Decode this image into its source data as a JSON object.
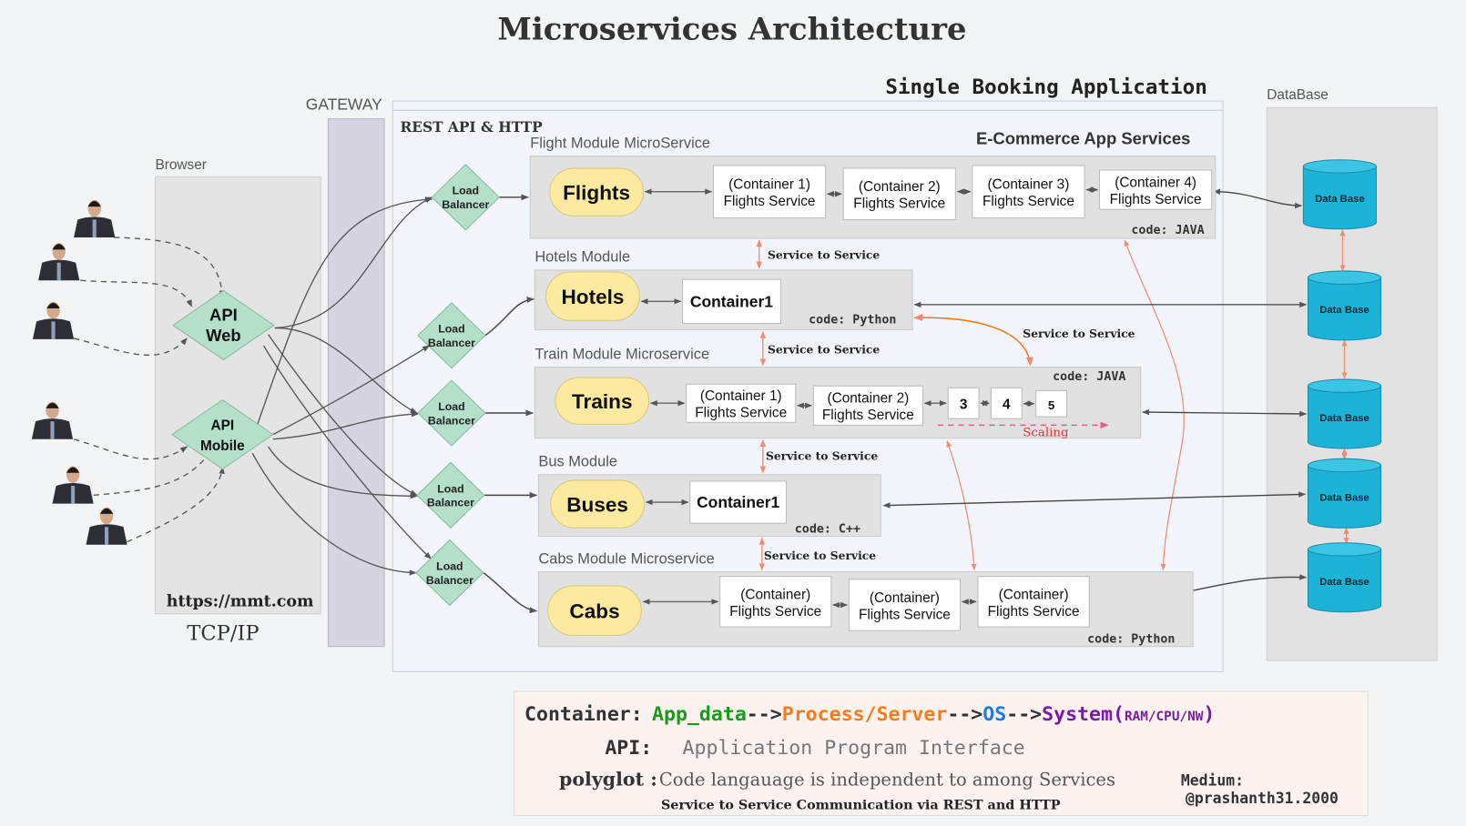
{
  "title": "Microservices Architecture",
  "app_title": "Single Booking Application",
  "gateway_label": "GATEWAY",
  "browser": {
    "label": "Browser",
    "url": "https://mmt.com",
    "protocol": "TCP/IP"
  },
  "rest_label": "REST API & HTTP",
  "services_label": "E-Commerce App Services",
  "database_label": "DataBase",
  "api": {
    "web": [
      "API",
      "Web"
    ],
    "mobile": [
      "API",
      "Mobile"
    ]
  },
  "load_balancer": [
    "Load",
    "Balancer"
  ],
  "service_to_service": "Service to Service",
  "scaling": "Scaling",
  "modules": [
    {
      "label": "Flight Module MicroService",
      "service": "Flights",
      "code": "code: JAVA",
      "containers": [
        [
          "(Container 1)",
          "Flights Service"
        ],
        [
          "(Container 2)",
          "Flights Service"
        ],
        [
          "(Container 3)",
          "Flights Service"
        ],
        [
          "(Container 4)",
          "Flights Service"
        ]
      ]
    },
    {
      "label": "Hotels Module",
      "service": "Hotels",
      "code": "code: Python",
      "containers": [
        [
          "Container1"
        ]
      ]
    },
    {
      "label": "Train Module Microservice",
      "service": "Trains",
      "code": "code: JAVA",
      "containers": [
        [
          "(Container 1)",
          "Flights Service"
        ],
        [
          "(Container 2)",
          "Flights Service"
        ],
        [
          "3"
        ],
        [
          "4"
        ],
        [
          "5"
        ]
      ]
    },
    {
      "label": "Bus Module",
      "service": "Buses",
      "code": "code: C++",
      "containers": [
        [
          "Container1"
        ]
      ]
    },
    {
      "label": "Cabs Module Microservice",
      "service": "Cabs",
      "code": "code: Python",
      "containers": [
        [
          "(Container)",
          "Flights Service"
        ],
        [
          "(Container)",
          "Flights Service"
        ],
        [
          "(Container)",
          "Flights Service"
        ]
      ]
    }
  ],
  "databases": [
    "Data Base",
    "Data Base",
    "Data Base",
    "Data Base",
    "Data Base"
  ],
  "legend": {
    "container_key": "Container:",
    "container_parts": [
      "App_data",
      "-->",
      "Process/Server",
      "-->",
      "OS",
      "-->",
      "System(",
      "RAM/CPU/NW",
      ")"
    ],
    "api_key": "API:",
    "api_value": "Application Program Interface",
    "polyglot_key": "polyglot :",
    "polyglot_value": "Code langauage is independent to among Services",
    "communication": "Service to Service Communication via REST and HTTP",
    "medium_label": "Medium:",
    "medium_handle": "@prashanth31.2000"
  },
  "colors": {
    "service_pill": "#fbeaa0",
    "load_balancer": "#b4dfc9",
    "database": "#1db3d8",
    "gateway": "#d7d4e2",
    "app_data": "#1a9a1a",
    "process": "#f57c1f",
    "os": "#1e7be0",
    "system": "#7a1aa8",
    "service_link": "#f28c6c"
  }
}
